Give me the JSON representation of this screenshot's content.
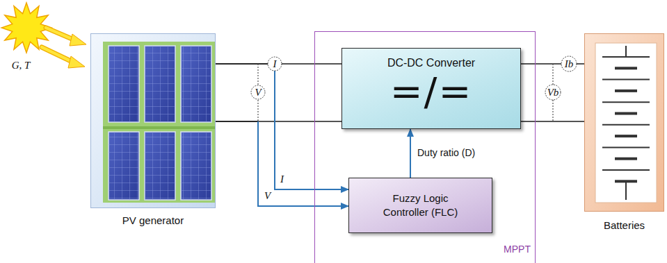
{
  "diagram": {
    "nodes": [
      {
        "text": [
          "PV generator"
        ]
      },
      {
        "text": [
          "MPPT"
        ]
      },
      {
        "text": [
          "DC-DC Converter",
          "=/="
        ],
        "in": 1
      },
      {
        "text": [
          "Fuzzy Logic Controller (FLC)"
        ],
        "in": 1
      },
      {
        "text": [
          "Batteries"
        ]
      }
    ],
    "edges": [
      {
        "from": 0,
        "to": 2,
        "arrow": "none"
      },
      {
        "from": 2,
        "to": 4,
        "arrow": "none"
      },
      {
        "from": 0,
        "to": 3,
        "label": "I",
        "arrow": "to"
      },
      {
        "from": 0,
        "to": 3,
        "label": "V",
        "arrow": "to"
      },
      {
        "from": 3,
        "to": 2,
        "label": "Duty ratio (D)",
        "arrow": "to"
      }
    ],
    "labels": [
      "G, T",
      "I",
      "V",
      "Ib",
      "Vb"
    ]
  }
}
